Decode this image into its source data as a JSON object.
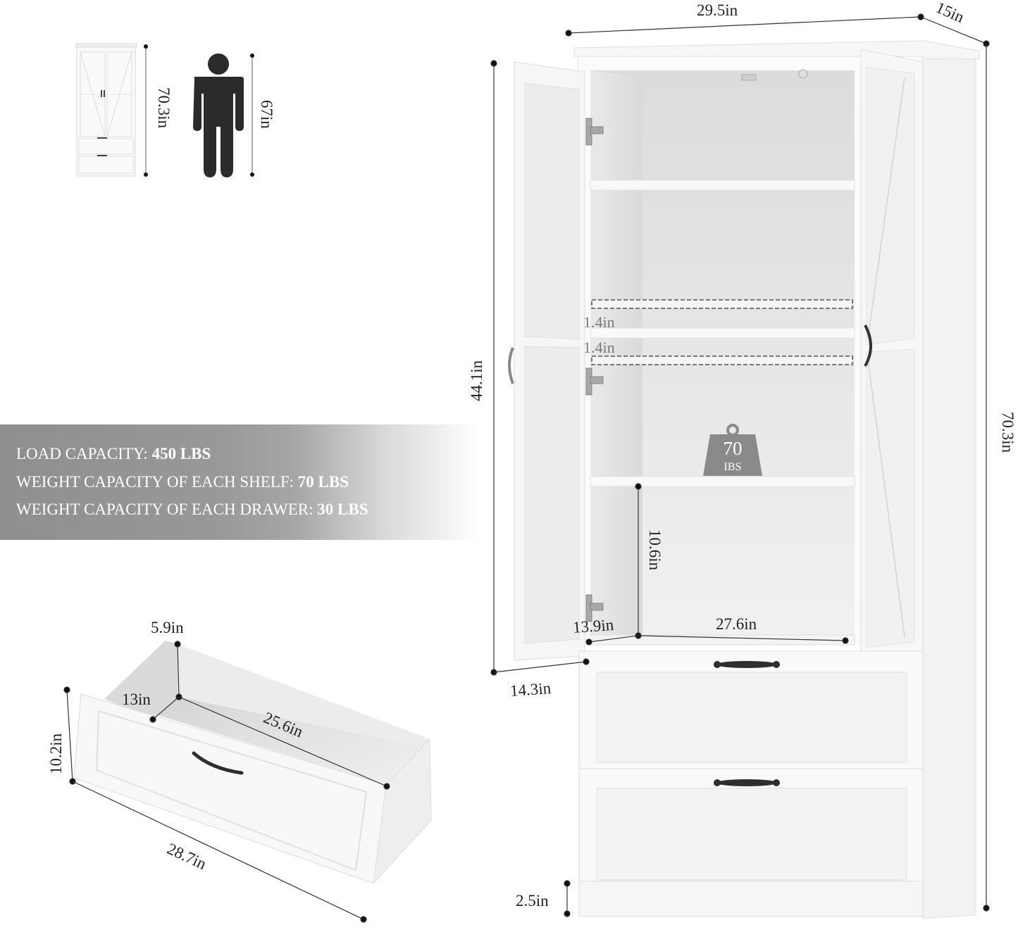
{
  "thumbnail": {
    "cabinet_height_label": "70.3in",
    "person_height_label": "67in"
  },
  "capacity_banner": {
    "lines": [
      {
        "label": "LOAD CAPACITY: ",
        "value": "450 LBS"
      },
      {
        "label": "WEIGHT CAPACITY OF EACH SHELF: ",
        "value": "70 LBS"
      },
      {
        "label": "WEIGHT CAPACITY OF EACH DRAWER: ",
        "value": "30 LBS"
      }
    ]
  },
  "cabinet": {
    "width_label": "29.5in",
    "depth_label": "15in",
    "total_height_label": "70.3in",
    "door_height_label": "44.1in",
    "door_depth_label": "14.3in",
    "shelf_adjust_up_label": "1.4in",
    "shelf_adjust_down_label": "1.4in",
    "weight_icon": {
      "value": "70",
      "unit": "IBS"
    },
    "inner_height_label": "10.6in",
    "inner_depth_label": "13.9in",
    "inner_width_label": "27.6in",
    "base_height_label": "2.5in"
  },
  "drawer": {
    "inner_height_label": "5.9in",
    "inner_depth_label": "13in",
    "inner_length_label": "25.6in",
    "front_height_label": "10.2in",
    "front_width_label": "28.7in"
  },
  "colors": {
    "banner_gray": "#989898",
    "cabinet_white": "#f7f7f7",
    "interior_gray": "#e2e2e2",
    "dimension_line": "#333333",
    "weight_icon": "#8a8a8a",
    "person_icon": "#2b2b2b"
  }
}
